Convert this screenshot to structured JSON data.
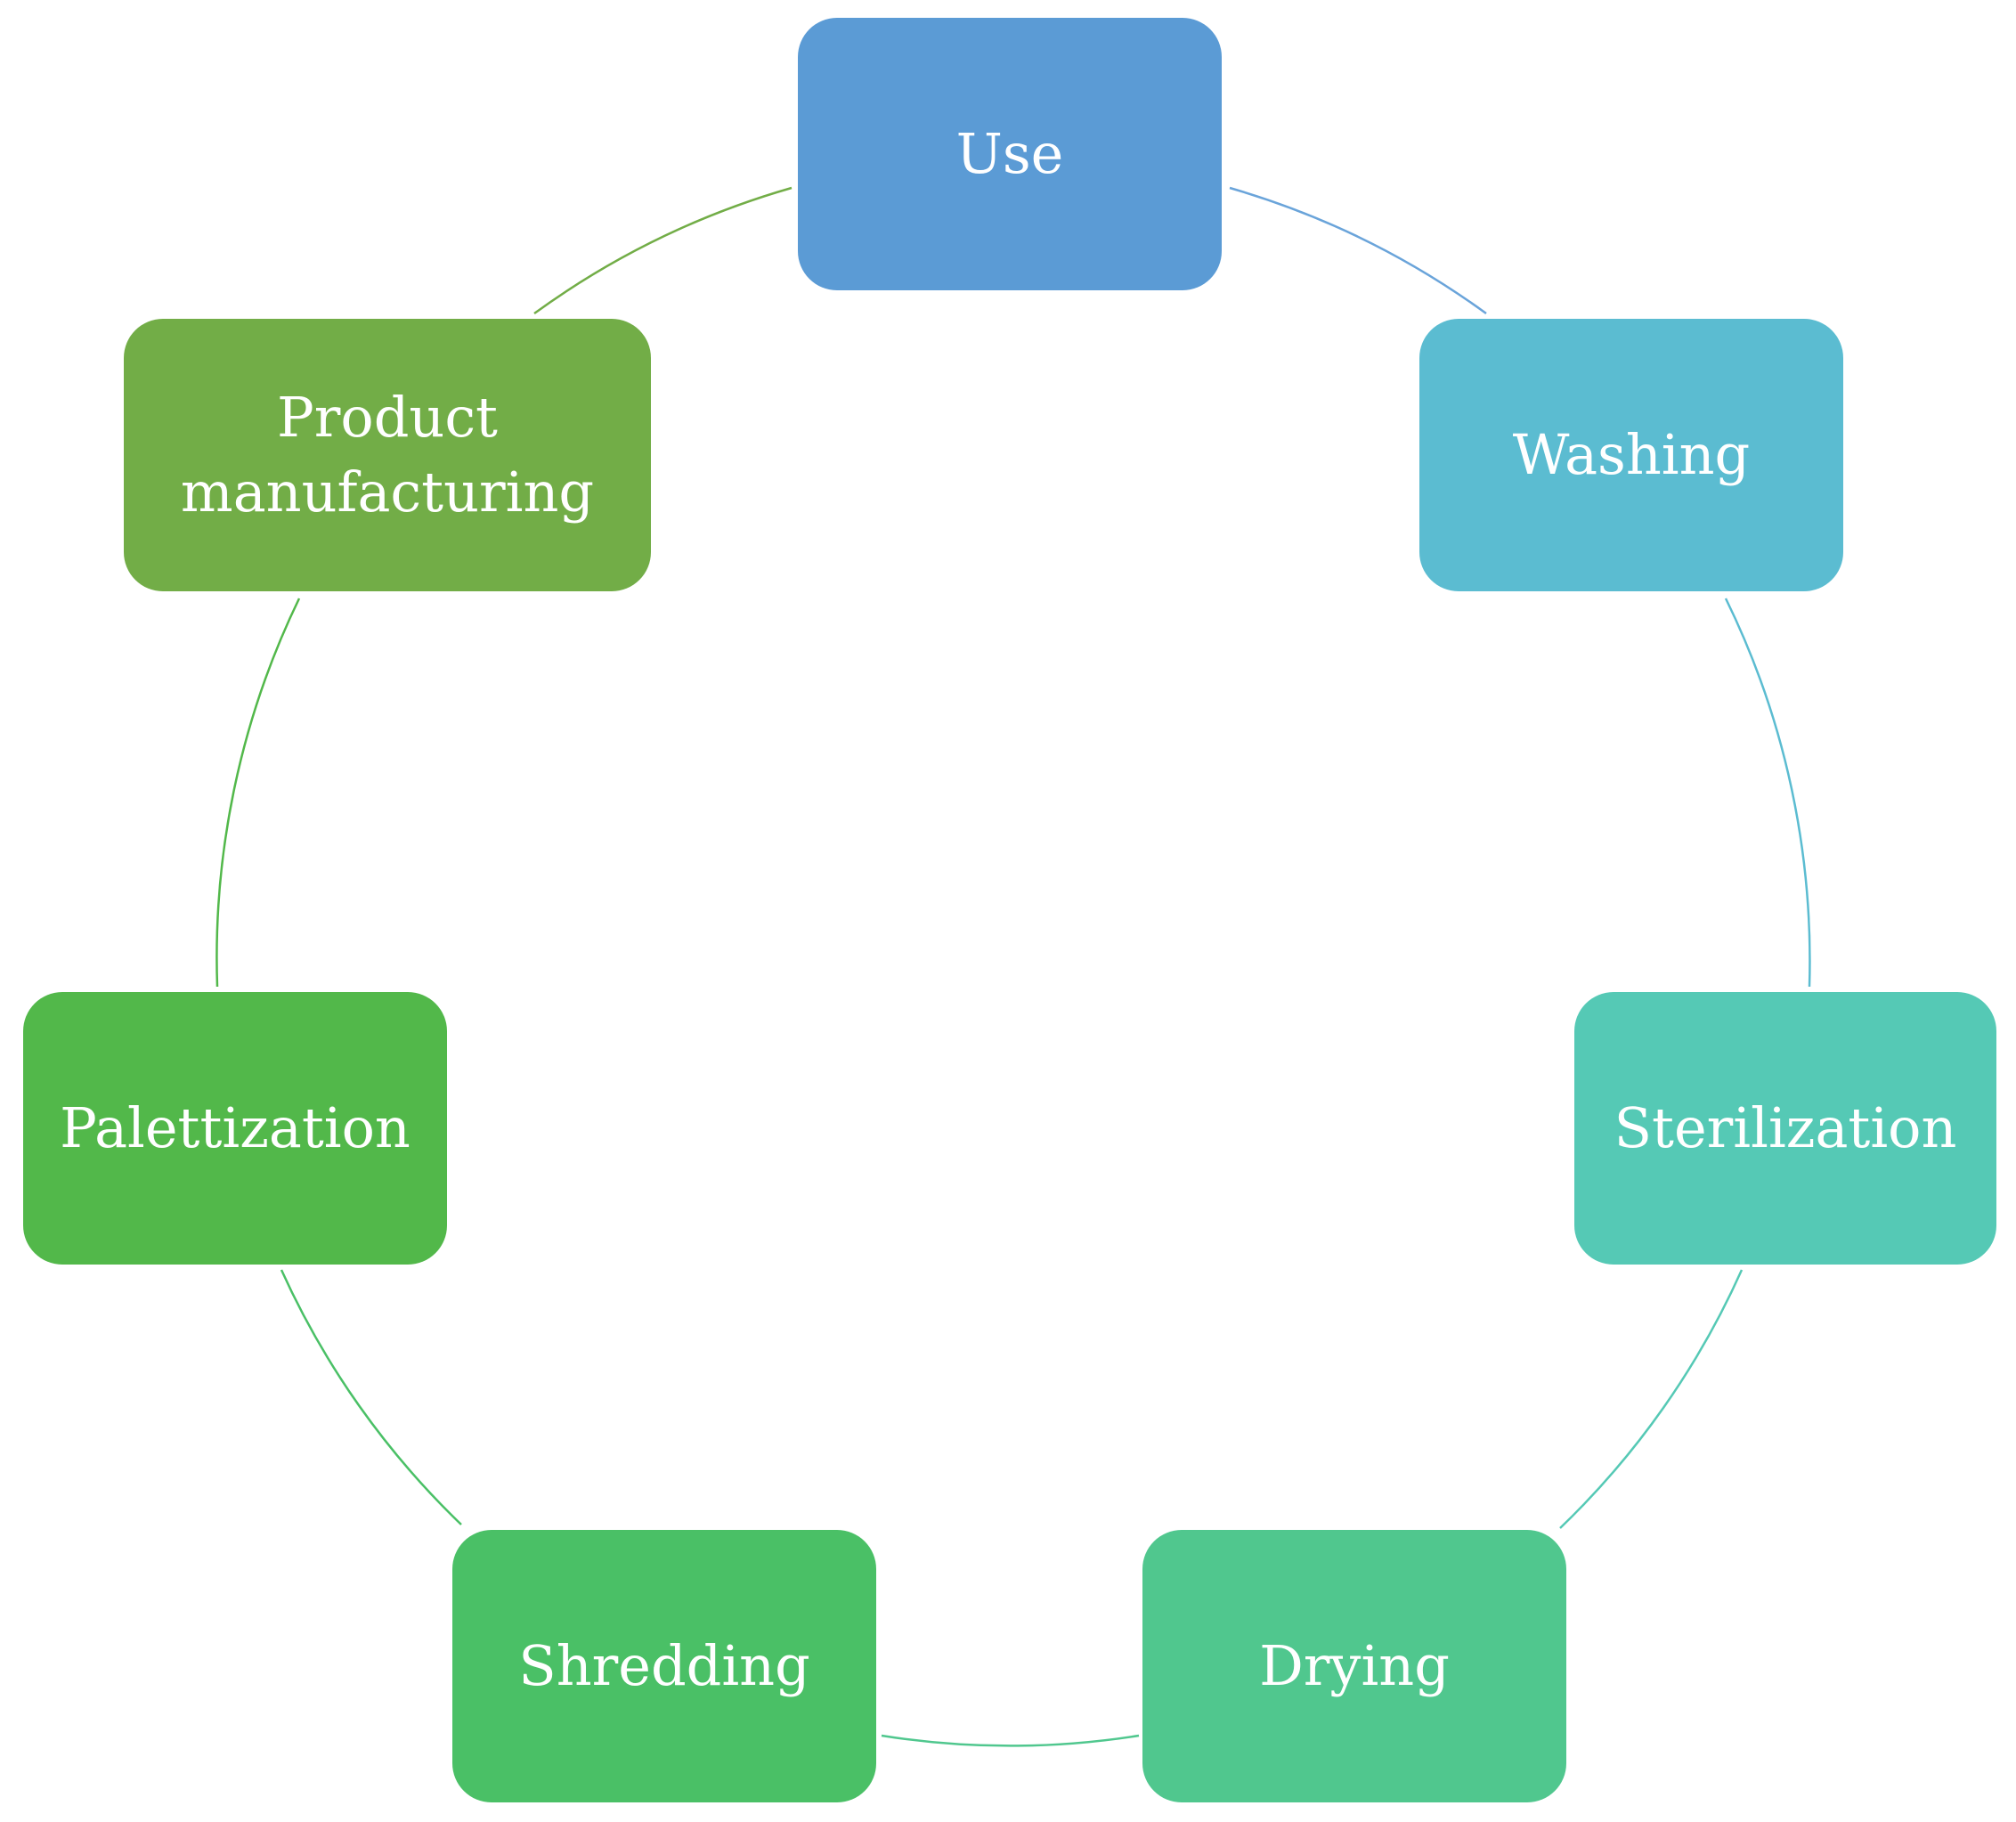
{
  "diagram": {
    "nodes": [
      {
        "id": "use",
        "label": "Use",
        "color": "#5B9BD5"
      },
      {
        "id": "washing",
        "label": "Washing",
        "color": "#5BBCD1"
      },
      {
        "id": "sterilization",
        "label": "Sterilization",
        "color": "#55C9B5"
      },
      {
        "id": "drying",
        "label": "Drying",
        "color": "#50C78E"
      },
      {
        "id": "shredding",
        "label": "Shredding",
        "color": "#4AC066"
      },
      {
        "id": "palettization",
        "label": "Palettization",
        "color": "#52B84A"
      },
      {
        "id": "product",
        "label_line1": "Product",
        "label_line2": "manufacturing",
        "color": "#72AD47"
      }
    ],
    "edges": [
      {
        "from": "use",
        "to": "washing",
        "color": "#6AA4DA"
      },
      {
        "from": "washing",
        "to": "sterilization",
        "color": "#5BBCD1"
      },
      {
        "from": "sterilization",
        "to": "drying",
        "color": "#55C9B5"
      },
      {
        "from": "drying",
        "to": "shredding",
        "color": "#50C78E"
      },
      {
        "from": "shredding",
        "to": "palettization",
        "color": "#4AC066"
      },
      {
        "from": "palettization",
        "to": "product",
        "color": "#52B84A"
      },
      {
        "from": "product",
        "to": "use",
        "color": "#72AD47"
      }
    ]
  }
}
